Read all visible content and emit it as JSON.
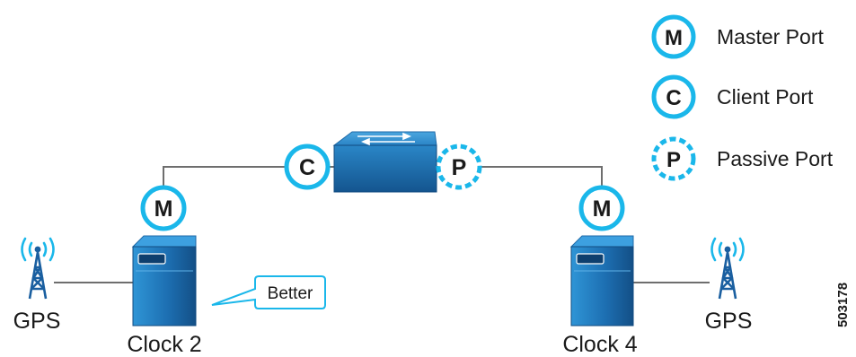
{
  "legend": {
    "master": {
      "letter": "M",
      "label": "Master Port"
    },
    "client": {
      "letter": "C",
      "label": "Client Port"
    },
    "passive": {
      "letter": "P",
      "label": "Passive Port"
    }
  },
  "ports": {
    "clock2_port": "M",
    "switch_left_port": "C",
    "switch_right_port": "P",
    "clock4_port": "M"
  },
  "nodes": {
    "clock2": "Clock 2",
    "clock4": "Clock 4",
    "gps_left": "GPS",
    "gps_right": "GPS"
  },
  "callout": "Better",
  "figure_id": "503178",
  "colors": {
    "port_ring": "#1ab7ea",
    "device_dark": "#13578f",
    "device_light": "#2e8fd0",
    "line": "#6e6e6e"
  }
}
